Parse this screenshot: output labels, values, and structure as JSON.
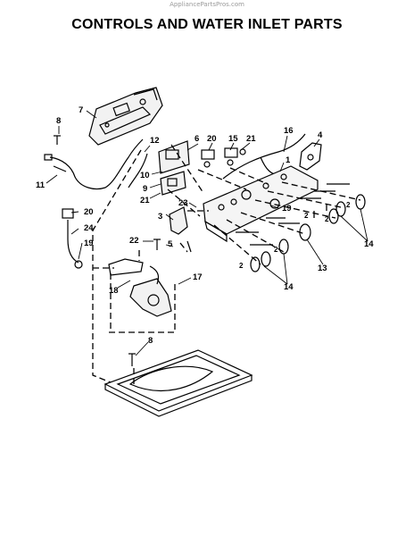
{
  "watermark": "AppliancePartsPros.com",
  "title": "CONTROLS AND WATER INLET PARTS",
  "callouts": {
    "c1": "1",
    "c2a": "2",
    "c2b": "2",
    "c2c": "2",
    "c2d": "2",
    "c2e": "2",
    "c3": "3",
    "c4": "4",
    "c5": "5",
    "c6": "6",
    "c7": "7",
    "c8a": "8",
    "c8b": "8",
    "c9": "9",
    "c10": "10",
    "c11": "11",
    "c12": "12",
    "c13": "13",
    "c14a": "14",
    "c14b": "14",
    "c15": "15",
    "c16": "16",
    "c17": "17",
    "c18": "18",
    "c19a": "19",
    "c19b": "19",
    "c20a": "20",
    "c20b": "20",
    "c21a": "21",
    "c21b": "21",
    "c22": "22",
    "c23": "23",
    "c24": "24"
  }
}
